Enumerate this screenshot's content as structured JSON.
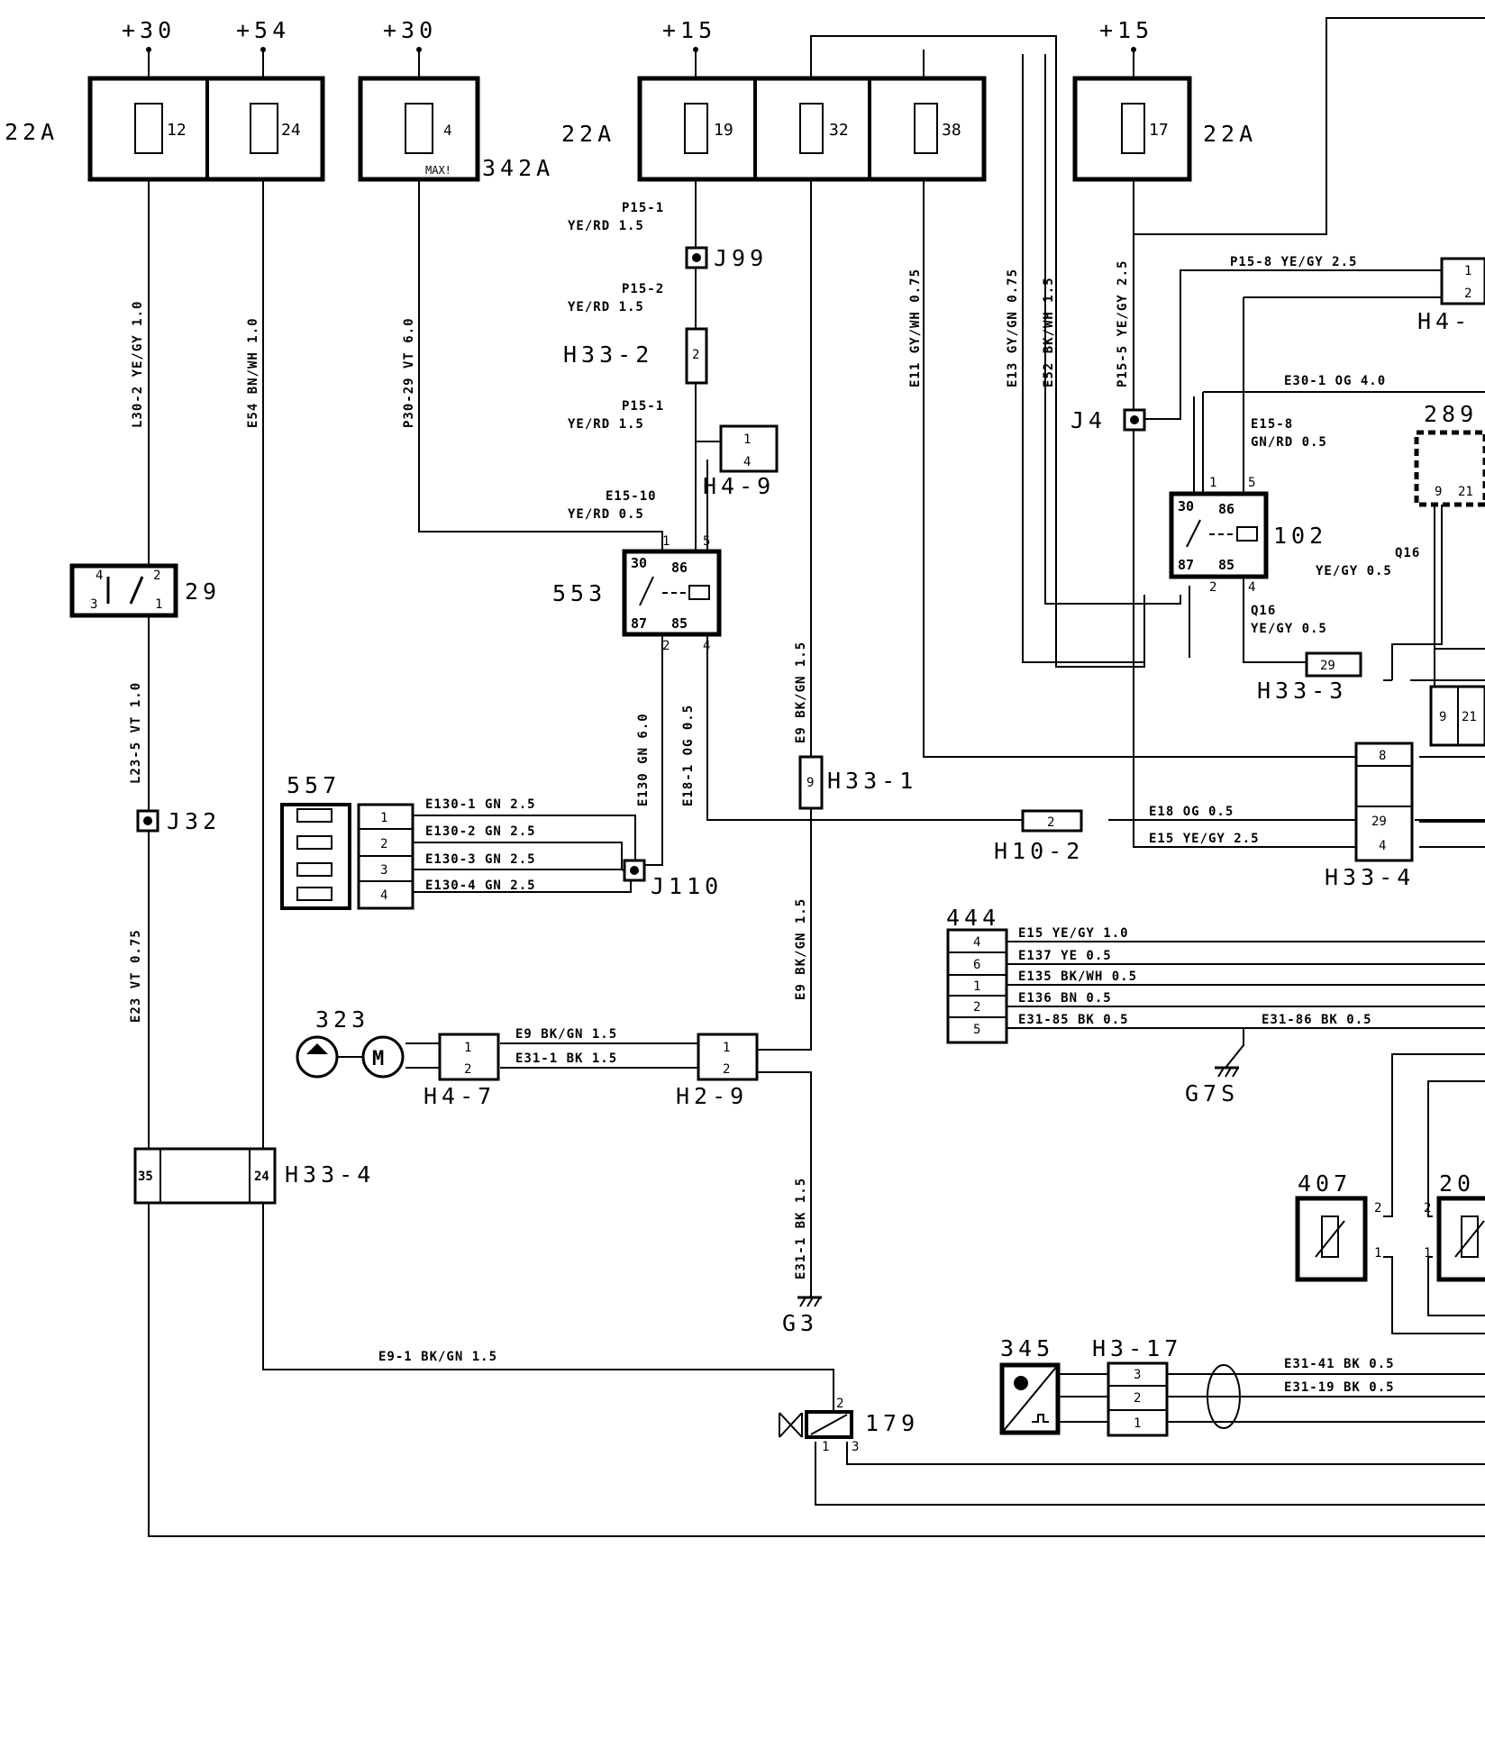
{
  "supplies": [
    "+30",
    "+54",
    "+30",
    "+15",
    "+15"
  ],
  "fuseboxes": [
    {
      "id": "fb1",
      "label": "22A",
      "fuses": [
        "12",
        "24"
      ]
    },
    {
      "id": "fb2",
      "label": "342A",
      "fuses": [
        "4"
      ],
      "note": "MAX!"
    },
    {
      "id": "fb3",
      "label": "22A",
      "fuses": [
        "19",
        "32",
        "38"
      ]
    },
    {
      "id": "fb4",
      "label": "22A",
      "fuses": [
        "17"
      ]
    }
  ],
  "components": {
    "c29": "29",
    "c553": "553",
    "c102": "102",
    "c557": "557",
    "c323": "323",
    "c179": "179",
    "c444": "444",
    "c407": "407",
    "c20": "20",
    "c345": "345",
    "c289": "289"
  },
  "connectors": {
    "J99": "J99",
    "J4": "J4",
    "J32": "J32",
    "J110": "J110",
    "H33_2": "H33-2",
    "H4_9": "H4-9",
    "H33_1": "H33-1",
    "H10_2": "H10-2",
    "H33_4a": "H33-4",
    "H33_3": "H33-3",
    "H4_7": "H4-7",
    "H2_9": "H2-9",
    "H33_4b": "H33-4",
    "H4_x": "H4-",
    "H3_17": "H3-17",
    "G3": "G3",
    "G7S": "G7S"
  },
  "wires": {
    "w_l30_2": "L30-2 YE/GY 1.0",
    "w_e54": "E54 BN/WH 1.0",
    "w_p30_29": "P30-29 VT 6.0",
    "w_e11": "E11 GY/WH 0.75",
    "w_e13": "E13 GY/GN 0.75",
    "w_e52": "E52 BK/WH 1.5",
    "w_p15_5": "P15-5 YE/GY 2.5",
    "w_p15_1a": "P15-1",
    "w_p15_1a2": "YE/RD 1.5",
    "w_p15_2": "P15-2",
    "w_p15_2b": "YE/RD 1.5",
    "w_p15_1b": "P15-1",
    "w_p15_1b2": "YE/RD 1.5",
    "w_e15_10": "E15-10",
    "w_e15_10b": "YE/RD 0.5",
    "w_p15_8": "P15-8 YE/GY 2.5",
    "w_e30_1": "E30-1 OG 4.0",
    "w_e15_8": "E15-8",
    "w_e15_8b": "GN/RD 0.5",
    "w_q16a": "Q16",
    "w_q16a2": "YE/GY 0.5",
    "w_q16b": "Q16",
    "w_q16b2": "YE/GY 0.5",
    "w_l23_5": "L23-5 VT 1.0",
    "w_e23": "E23 VT 0.75",
    "w_e130": "E130 GN 6.0",
    "w_e18_1": "E18-1 OG 0.5",
    "w_e9a": "E9 BK/GN 1.5",
    "w_e9b": "E9 BK/GN 1.5",
    "w_e130_1": "E130-1 GN 2.5",
    "w_e130_2": "E130-2 GN 2.5",
    "w_e130_3": "E130-3 GN 2.5",
    "w_e130_4": "E130-4 GN 2.5",
    "w_e18": "E18 OG 0.5",
    "w_e15": "E15 YE/GY 2.5",
    "w_444_1": "E15 YE/GY 1.0",
    "w_444_2": "E137 YE 0.5",
    "w_444_3": "E135 BK/WH 0.5",
    "w_444_4": "E136 BN 0.5",
    "w_444_5": "E31-85 BK 0.5",
    "w_e31_86": "E31-86 BK 0.5",
    "w_e9_bk": "E9 BK/GN 1.5",
    "w_e31_1": "E31-1 BK 1.5",
    "w_e31_1v": "E31-1 BK 1.5",
    "w_e9_1": "E9-1 BK/GN 1.5",
    "w_e31_41": "E31-41 BK 0.5",
    "w_e31_19": "E31-19 BK 0.5"
  },
  "pins": {
    "r553": [
      "30",
      "86",
      "87",
      "85",
      "1",
      "5",
      "2",
      "4"
    ],
    "r102": [
      "30",
      "86",
      "87",
      "85",
      "1",
      "5",
      "2",
      "4"
    ],
    "r29": [
      "4",
      "2",
      "3",
      "1"
    ],
    "h4_9": [
      "1",
      "4"
    ],
    "h33_2": [
      "2"
    ],
    "h33_1": [
      "9"
    ],
    "h10_2": [
      "2"
    ],
    "h33_4a": [
      "8",
      "29",
      "4"
    ],
    "h33_3": [
      "29"
    ],
    "h4_x": [
      "1",
      "2"
    ],
    "c289": [
      "9",
      "21"
    ],
    "h33_3b": [
      "9",
      "21"
    ],
    "h557": [
      "1",
      "2",
      "3",
      "4"
    ],
    "h444": [
      "4",
      "6",
      "1",
      "2",
      "5"
    ],
    "h4_7": [
      "1",
      "2"
    ],
    "h2_9": [
      "1",
      "2"
    ],
    "h33_4b": [
      "35",
      "24"
    ],
    "c407": [
      "2",
      "1"
    ],
    "c20": [
      "2",
      "1"
    ],
    "h3_17": [
      "3",
      "2",
      "1"
    ],
    "c179": [
      "2",
      "1",
      "3"
    ]
  }
}
